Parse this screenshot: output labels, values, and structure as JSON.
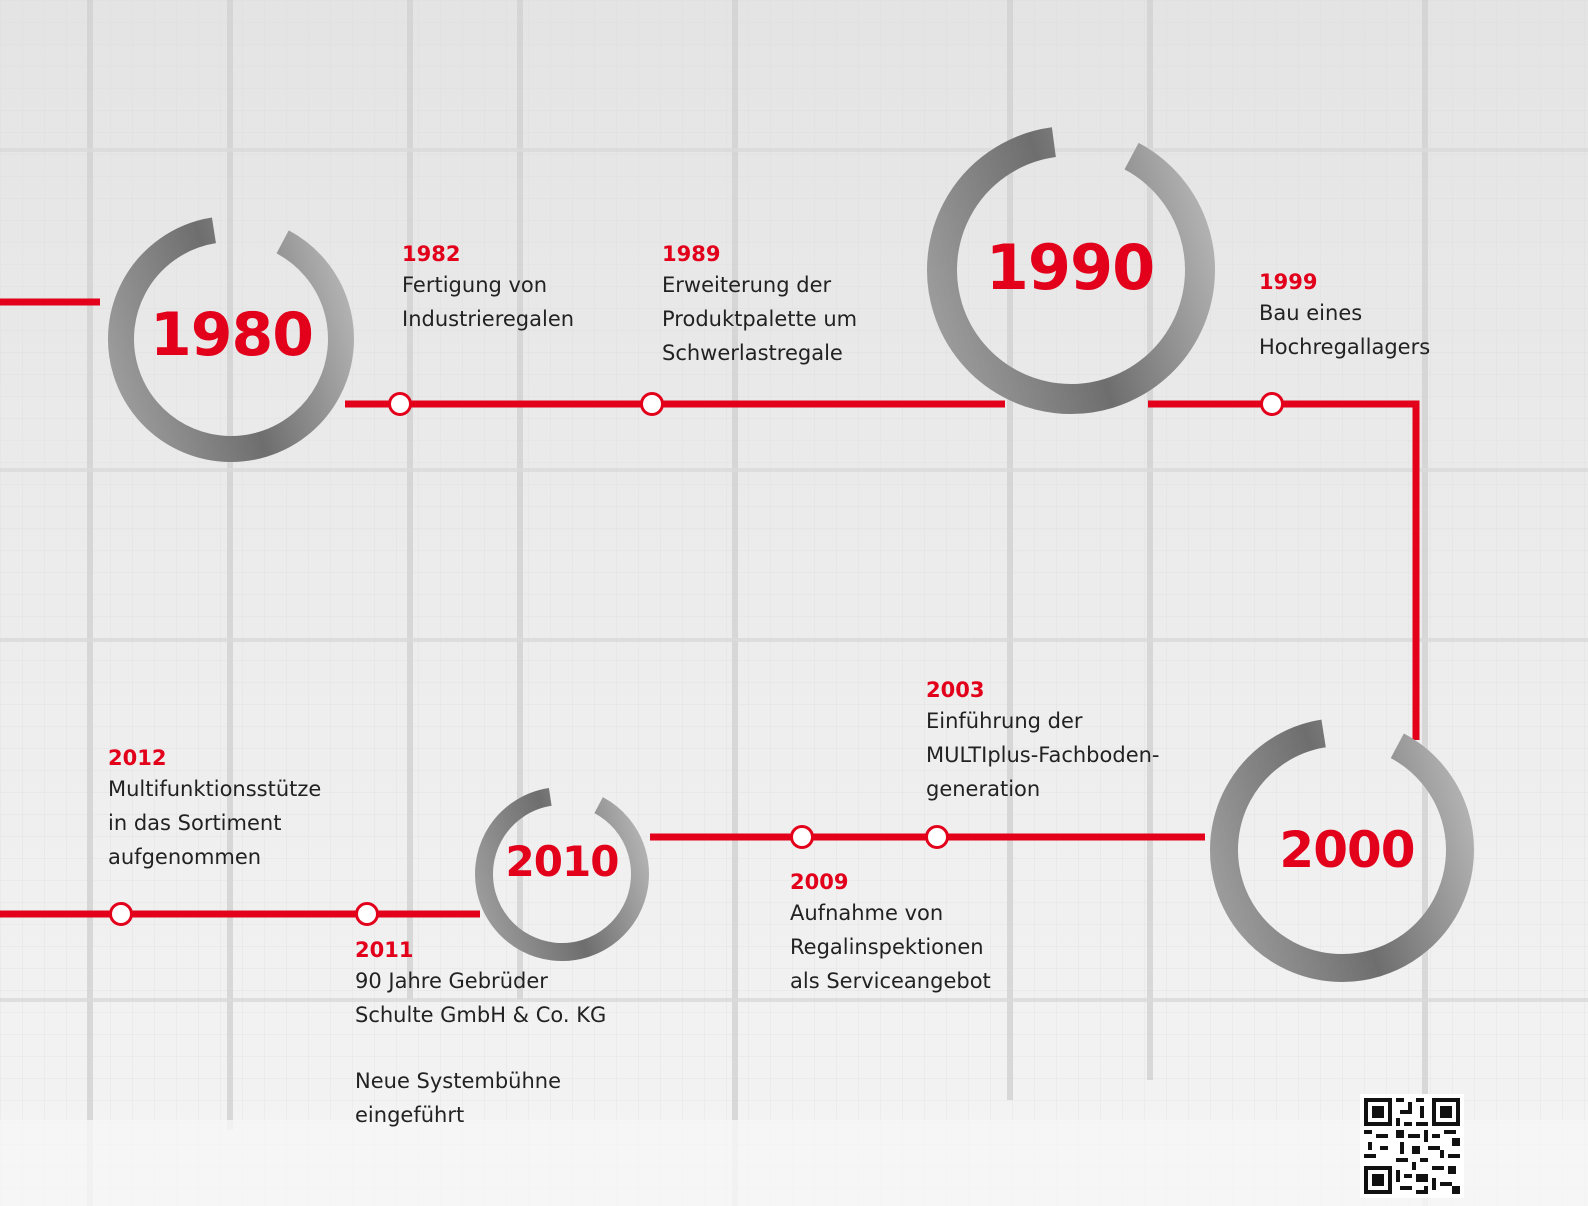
{
  "colors": {
    "accent": "#e2001a",
    "text": "#222222",
    "ring": "#8a8a8a"
  },
  "decades": [
    {
      "id": "1980",
      "label": "1980"
    },
    {
      "id": "1990",
      "label": "1990"
    },
    {
      "id": "2000",
      "label": "2000"
    },
    {
      "id": "2010",
      "label": "2010"
    }
  ],
  "events": [
    {
      "year": "1982",
      "text": "Fertigung von\nIndustrieregalen"
    },
    {
      "year": "1989",
      "text": "Erweiterung der\nProduktpalette um\nSchwerlastregale"
    },
    {
      "year": "1999",
      "text": "Bau eines\nHochregallagers"
    },
    {
      "year": "2003",
      "text": "Einführung der\nMULTIplus-Fachboden-\ngeneration"
    },
    {
      "year": "2009",
      "text": "Aufnahme von\nRegalinspektionen\nals Serviceangebot"
    },
    {
      "year": "2011",
      "text": "90 Jahre Gebrüder\nSchulte GmbH & Co. KG",
      "text2": "Neue Systembühne\neingeführt"
    },
    {
      "year": "2012",
      "text": "Multifunktionsstütze\nin das Sortiment\naufgenommen"
    }
  ],
  "qr_code": {
    "icon": "qr-code-icon"
  }
}
